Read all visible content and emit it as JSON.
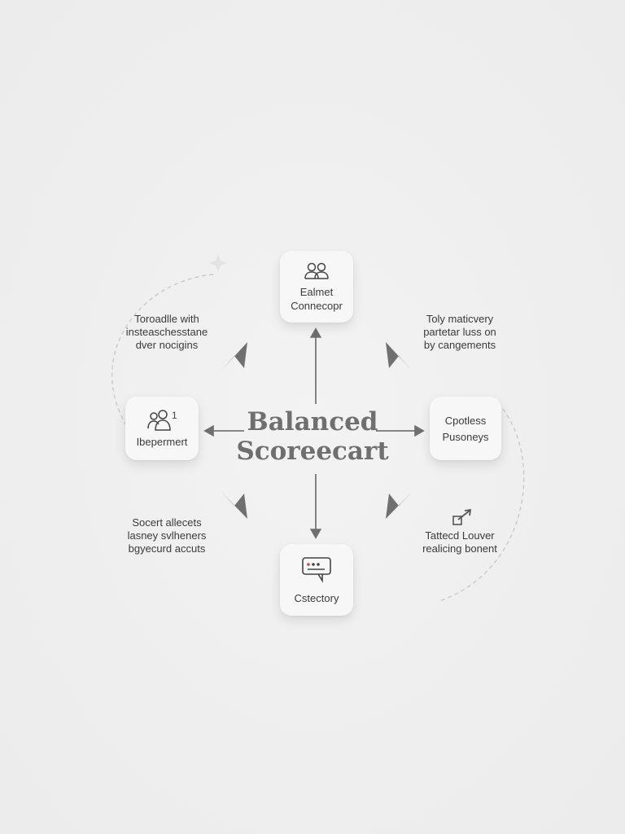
{
  "diagram": {
    "center_title_line1": "Balanced",
    "center_title_line2": "Scoreecart",
    "top_card": {
      "line1": "Ealmet",
      "line2": "Connecopr",
      "icon": "team-icon"
    },
    "left_card": {
      "label": "Ibepermert",
      "icon": "people-icon"
    },
    "right_card": {
      "line1": "Cpotless",
      "line2": "Pusoneys"
    },
    "bottom_card": {
      "label": "Cstectory",
      "icon": "chat-icon"
    },
    "top_left_text": [
      "Toroadlle with",
      "insteaschesstane",
      "dver nocigins"
    ],
    "top_right_text": [
      "Toly maticvery",
      "partetar luss on",
      "by cangements"
    ],
    "bottom_left_text": [
      "Socert allecets",
      "lasney svlheners",
      "bgyecurd accuts"
    ],
    "bottom_right_text": [
      "Tattecd Louver",
      "realicing bonent"
    ],
    "bottom_right_icon": "trend-arrow-icon",
    "colors": {
      "background": "#efefef",
      "card": "#f7f7f7",
      "arrow": "#6f6f6f",
      "title": "#6f6f6f",
      "dashed": "#c9c9c9"
    }
  }
}
